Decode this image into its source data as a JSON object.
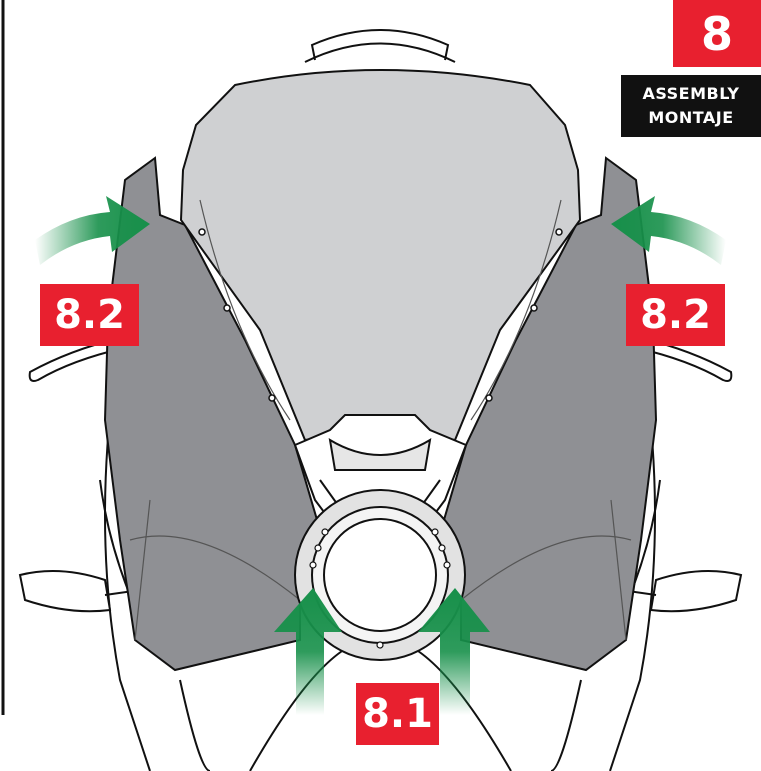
{
  "step": {
    "number": "8",
    "title_en": "ASSEMBLY",
    "title_es": "MONTAJE"
  },
  "callouts": {
    "left_label": "8.2",
    "right_label": "8.2",
    "bottom_label": "8.1"
  },
  "colors": {
    "step_badge": "#e8202f",
    "title_badge": "#111111",
    "callout": "#e8202f",
    "arrow": "#17904a",
    "fairing": "#8f9094",
    "windscreen": "#cfd0d2",
    "line": "#111111"
  },
  "icons": [
    "left-curved-arrow-icon",
    "right-curved-arrow-icon",
    "up-arrow-icon"
  ]
}
